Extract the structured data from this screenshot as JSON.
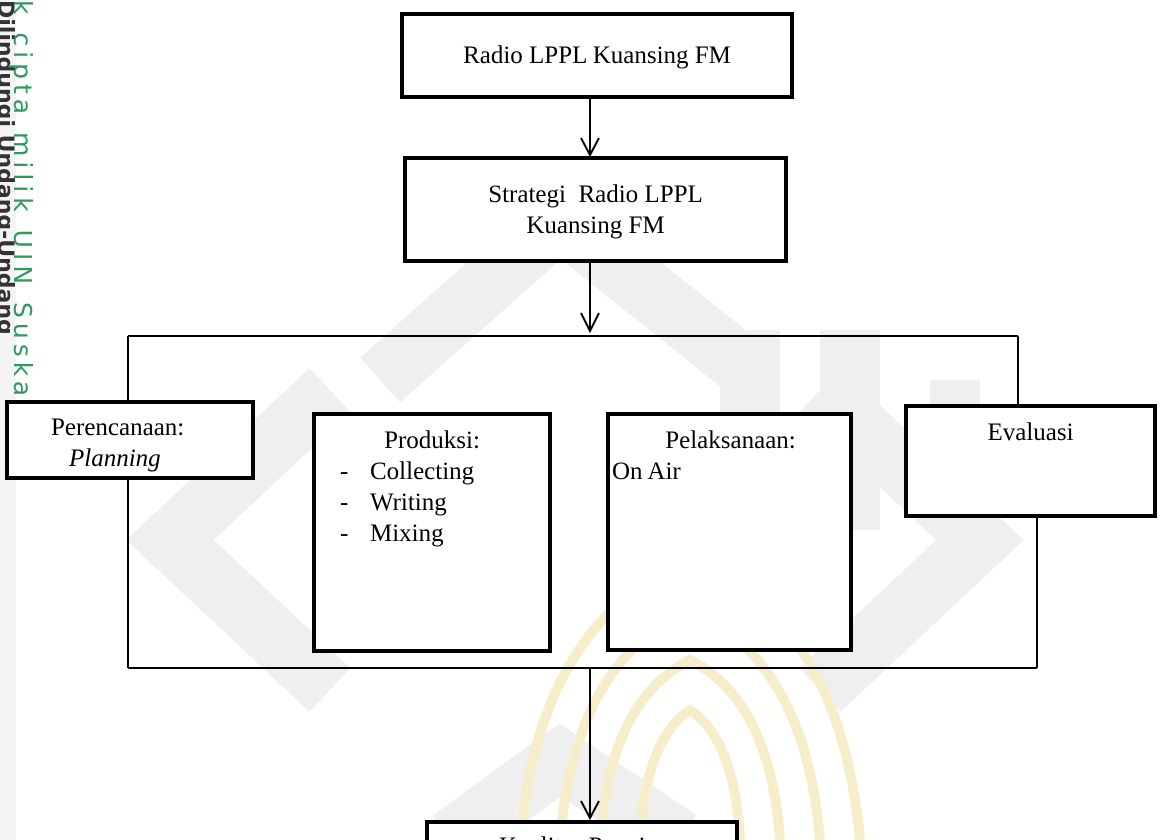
{
  "watermark": {
    "margin_text": "k cipta milik UIN Suska",
    "margin_text_dark": "Dilindungi Undang-Undang"
  },
  "colors": {
    "border": "#000000",
    "watermark_gray": "#efefef",
    "watermark_gold": "#f6eecb",
    "margin_green": "#2e9a5c"
  },
  "diagram": {
    "top_box": "Radio LPPL Kuansing FM",
    "strategy_box": {
      "line1": "Strategi  Radio LPPL",
      "line2": "Kuansing FM"
    },
    "planning_box": {
      "title": "Perencanaan:",
      "subtitle": "Planning"
    },
    "production_box": {
      "title": "Produksi:",
      "items": [
        "Collecting",
        "Writing",
        "Mixing"
      ]
    },
    "execution_box": {
      "title": "Pelaksanaan:",
      "detail": "On Air"
    },
    "evaluation_box": "Evaluasi",
    "result_box": "Kualitas Penyiar"
  }
}
